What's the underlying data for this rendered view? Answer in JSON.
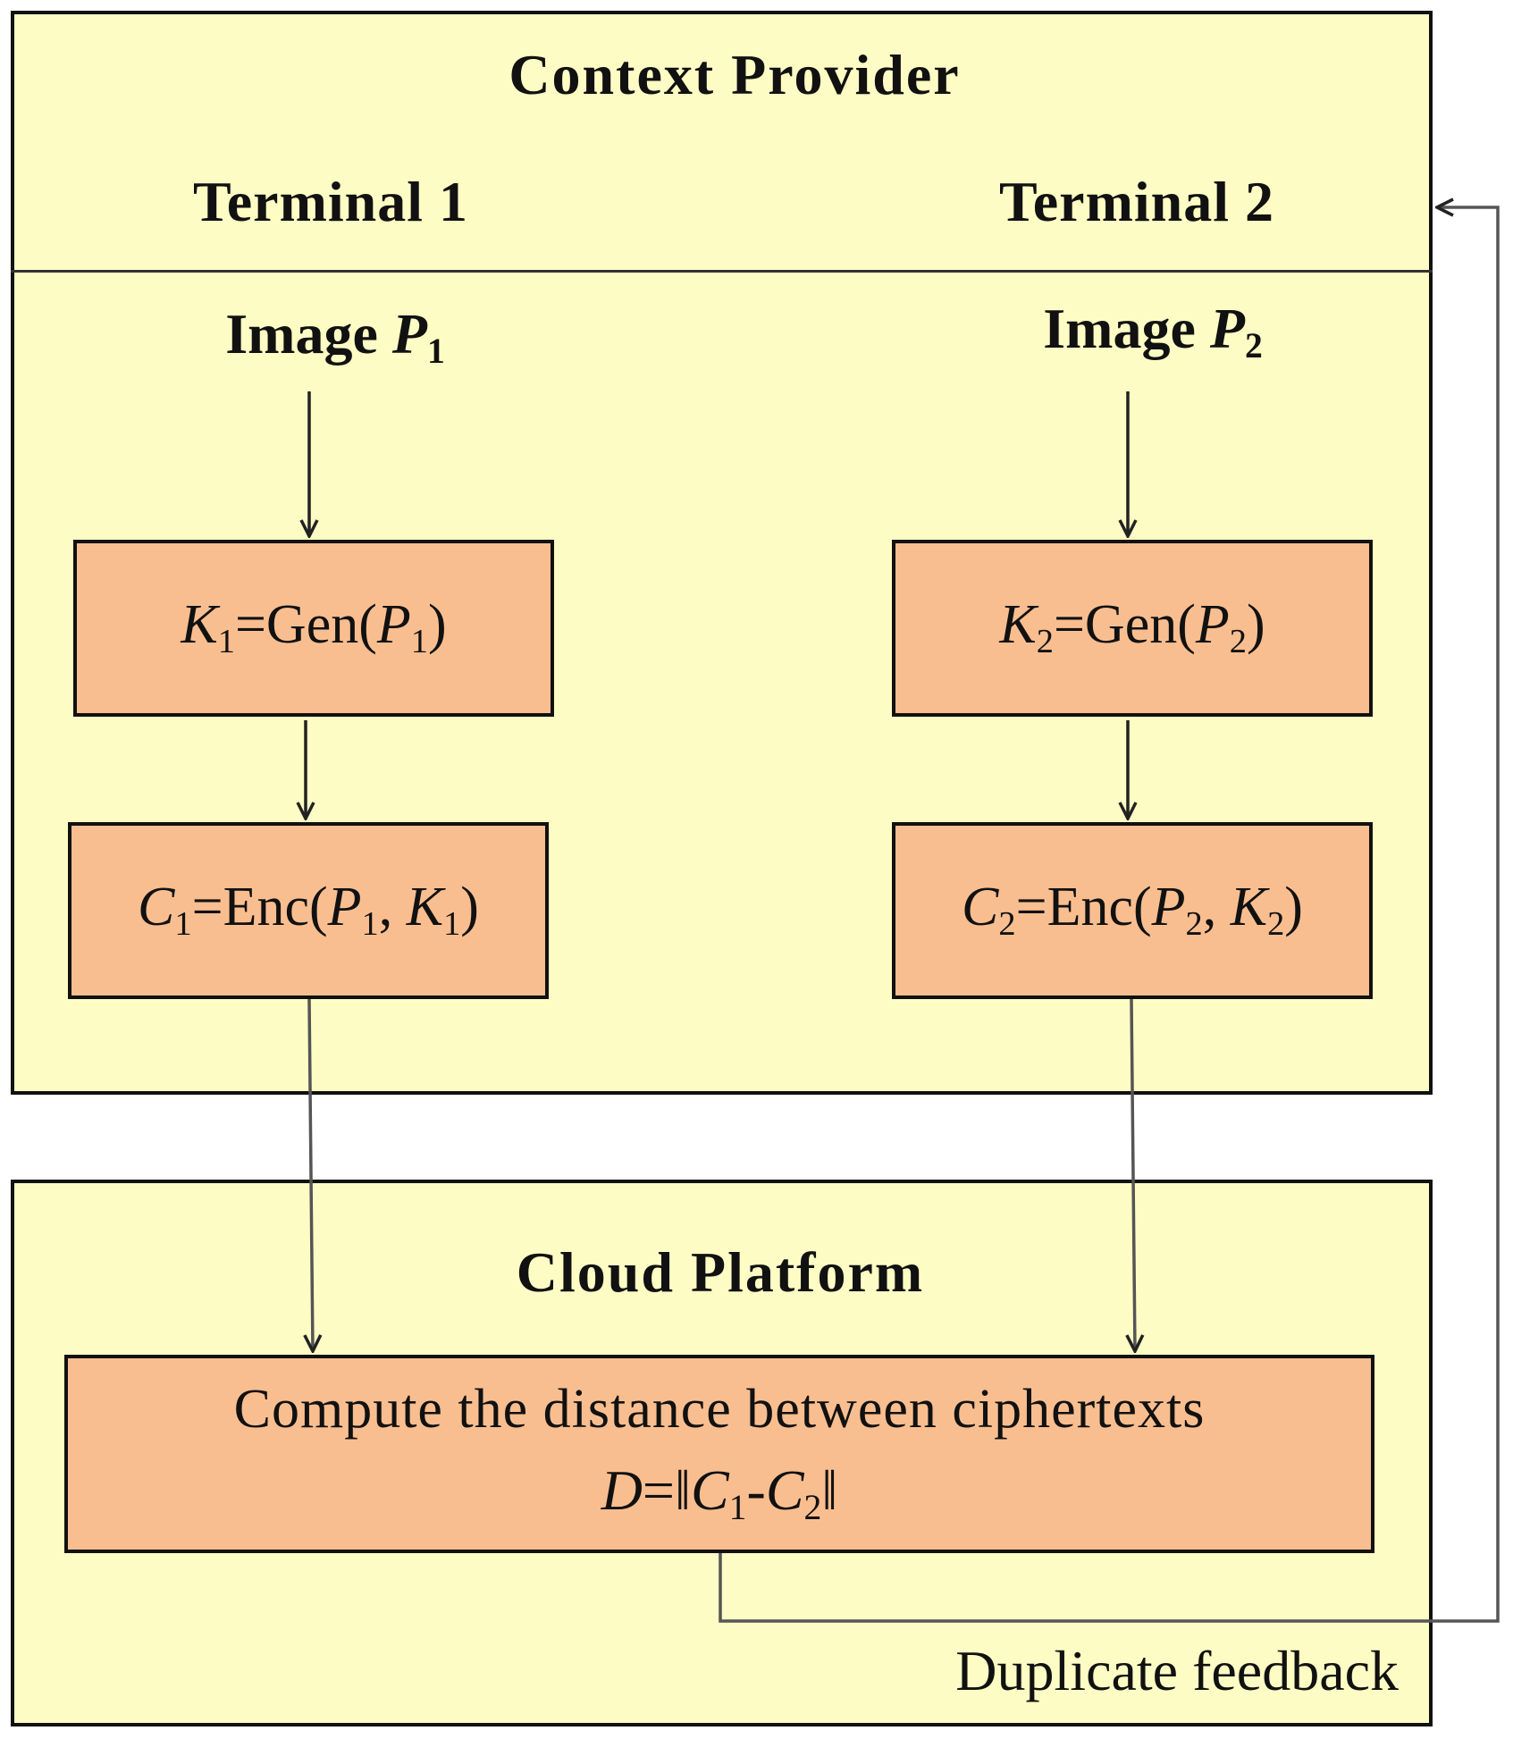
{
  "context_provider": {
    "title": "Context Provider",
    "terminal1": "Terminal 1",
    "terminal2": "Terminal 2",
    "image1": {
      "prefix": "Image ",
      "var": "P",
      "sub": "1"
    },
    "image2": {
      "prefix": "Image ",
      "var": "P",
      "sub": "2"
    },
    "keygen1": {
      "lhs": "K",
      "lhs_sub": "1",
      "eq": "=Gen(",
      "arg": "P",
      "arg_sub": "1",
      "close": ")"
    },
    "keygen2": {
      "lhs": "K",
      "lhs_sub": "2",
      "eq": "=Gen(",
      "arg": "P",
      "arg_sub": "2",
      "close": ")"
    },
    "enc1": {
      "lhs": "C",
      "lhs_sub": "1",
      "eq": "=Enc(",
      "a": "P",
      "a_sub": "1",
      "sep": ", ",
      "b": "K",
      "b_sub": "1",
      "close": ")"
    },
    "enc2": {
      "lhs": "C",
      "lhs_sub": "2",
      "eq": "=Enc(",
      "a": "P",
      "a_sub": "2",
      "sep": ", ",
      "b": "K",
      "b_sub": "2",
      "close": ")"
    }
  },
  "cloud_platform": {
    "title": "Cloud Platform",
    "compute_text": "Compute the distance between ciphertexts",
    "distance": {
      "lhs": "D",
      "eq": "=",
      "bar_open": "‖",
      "a": "C",
      "a_sub": "1",
      "minus": "-",
      "b": "C",
      "b_sub": "2",
      "bar_close": "‖"
    }
  },
  "feedback_label": "Duplicate feedback"
}
